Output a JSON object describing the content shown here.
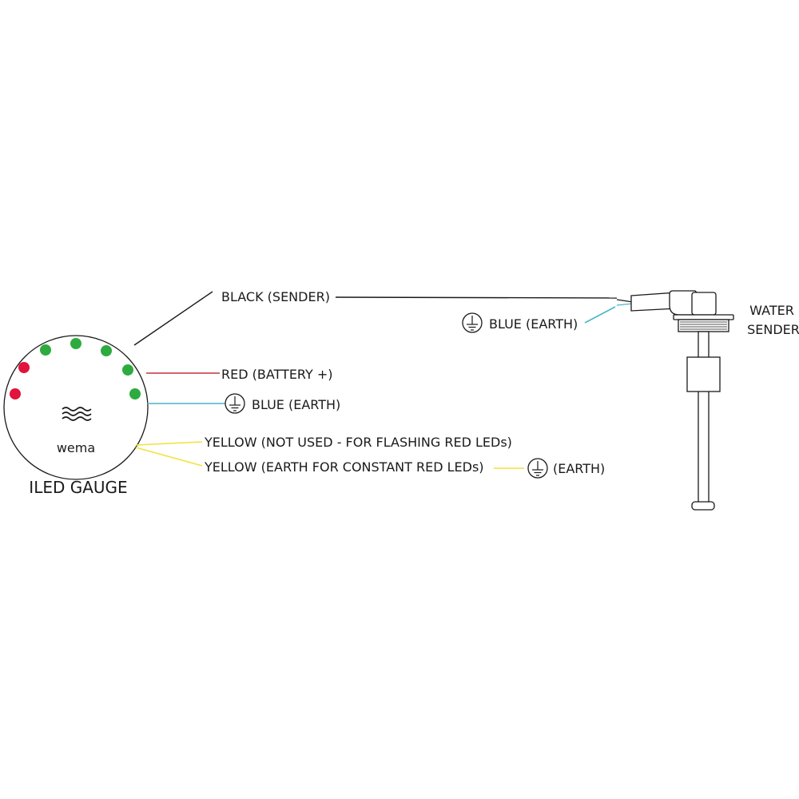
{
  "gauge": {
    "title": "ILED GAUGE",
    "brand": "wema",
    "icon": "water-waves-icon",
    "leds": [
      {
        "color": "red"
      },
      {
        "color": "red"
      },
      {
        "color": "green"
      },
      {
        "color": "green"
      },
      {
        "color": "green"
      },
      {
        "color": "green"
      },
      {
        "color": "green"
      }
    ]
  },
  "wires": {
    "black_sender": "BLACK (SENDER)",
    "red_battery": "RED (BATTERY +)",
    "blue_earth_gauge": "BLUE (EARTH)",
    "yellow_not_used": "YELLOW (NOT USED - FOR FLASHING RED LEDs)",
    "yellow_earth_constant": "YELLOW (EARTH FOR CONSTANT RED LEDs)",
    "earth": "(EARTH)",
    "blue_earth_sender": "BLUE (EARTH)"
  },
  "sender": {
    "title_line1": "WATER",
    "title_line2": "SENDER"
  },
  "colors": {
    "led_red": "#e0143c",
    "led_green": "#2eab3f",
    "wire_black": "#1a1a1a",
    "wire_red": "#c8323c",
    "wire_blue": "#4bb4c8",
    "wire_yellow": "#f2e23c"
  }
}
